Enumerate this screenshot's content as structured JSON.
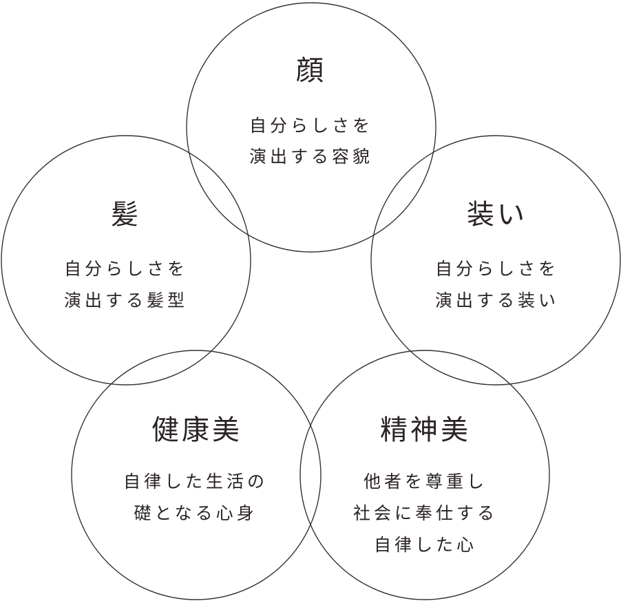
{
  "circles": {
    "face": {
      "title": "顔",
      "lines": [
        "自分らしさを",
        "演出する容貌"
      ]
    },
    "hair": {
      "title": "髪",
      "lines": [
        "自分らしさを",
        "演出する髪型"
      ]
    },
    "attire": {
      "title": "装い",
      "lines": [
        "自分らしさを",
        "演出する装い"
      ]
    },
    "health": {
      "title": "健康美",
      "lines": [
        "自律した生活の",
        "礎となる心身"
      ]
    },
    "spirit": {
      "title": "精神美",
      "lines": [
        "他者を尊重し",
        "社会に奉仕する",
        "自律した心"
      ]
    }
  },
  "colors": {
    "stroke": "#3a3030",
    "text": "#2b2323",
    "background": "#ffffff"
  }
}
